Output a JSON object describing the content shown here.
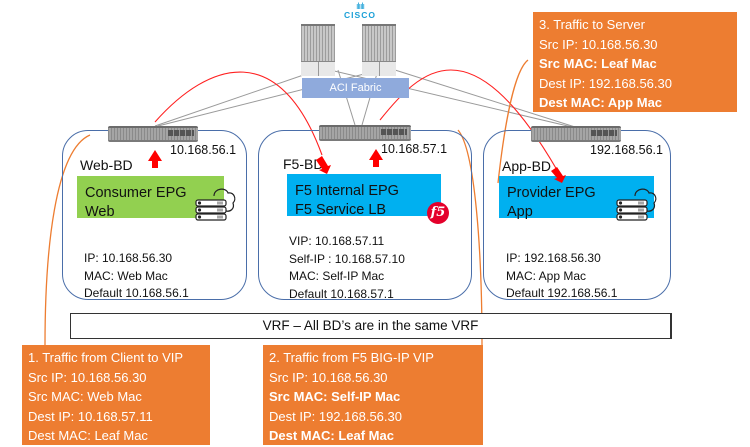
{
  "brand": {
    "logo_text": "CISCO",
    "logo_bars": "ılıılı"
  },
  "fabric": {
    "label": "ACI Fabric"
  },
  "bridge_domains": [
    {
      "name": "Web-BD",
      "gateway": "10.168.56.1",
      "epg_lines": [
        "Consumer EPG",
        "Web"
      ],
      "epg_color": "#92d050",
      "icon": "server-cloud-icon",
      "info": [
        "IP: 10.168.56.30",
        "MAC: Web Mac",
        "Default 10.168.56.1"
      ]
    },
    {
      "name": "F5-BD",
      "gateway": "10.168.57.1",
      "epg_lines": [
        "F5 Internal EPG",
        "F5 Service LB"
      ],
      "epg_color": "#00b0f0",
      "icon": "f5-logo-icon",
      "logo_text": "f5",
      "info": [
        "VIP: 10.168.57.11",
        "Self-IP : 10.168.57.10",
        "MAC: Self-IP Mac",
        "Default 10.168.57.1"
      ]
    },
    {
      "name": "App-BD",
      "gateway": "192.168.56.1",
      "epg_lines": [
        "Provider EPG",
        "App"
      ],
      "epg_color": "#00b0f0",
      "icon": "server-cloud-icon",
      "info": [
        "IP: 192.168.56.30",
        "MAC: App Mac",
        "Default 192.168.56.1"
      ]
    }
  ],
  "vrf": {
    "label": "VRF – All BD’s are in the same VRF"
  },
  "callouts": [
    {
      "title": "1. Traffic from Client to VIP",
      "lines": [
        {
          "text": "Src IP: 10.168.56.30",
          "bold": false
        },
        {
          "text": "Src MAC: Web Mac",
          "bold": false
        },
        {
          "text": "Dest IP: 10.168.57.11",
          "bold": false
        },
        {
          "text": "Dest MAC: Leaf Mac",
          "bold": false
        }
      ]
    },
    {
      "title": "2. Traffic from F5 BIG-IP VIP",
      "lines": [
        {
          "text": "Src IP: 10.168.56.30",
          "bold": false
        },
        {
          "text": "Src MAC: Self-IP Mac",
          "bold": true
        },
        {
          "text": "Dest IP: 192.168.56.30",
          "bold": false
        },
        {
          "text": "Dest MAC: Leaf Mac",
          "bold": true
        }
      ]
    },
    {
      "title": "3. Traffic to Server",
      "lines": [
        {
          "text": "Src IP: 10.168.56.30",
          "bold": false
        },
        {
          "text": "Src MAC: Leaf Mac",
          "bold": true
        },
        {
          "text": "Dest IP: 192.168.56.30",
          "bold": false
        },
        {
          "text": "Dest MAC: App Mac",
          "bold": true
        }
      ]
    }
  ],
  "colors": {
    "callout": "#ed7d31",
    "flow_line": "#ff0000",
    "callout_leader": "#ed7d31",
    "bd_border": "#4a6ea9",
    "fabric": "#8faadc"
  }
}
